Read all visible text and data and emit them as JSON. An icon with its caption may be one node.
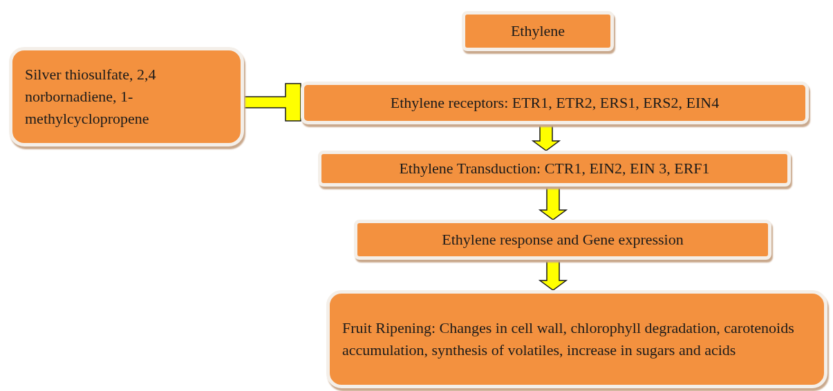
{
  "diagram": {
    "nodes": [
      {
        "text": [
          "Ethylene"
        ]
      },
      {
        "text": [
          "Silver thiosulfate, 2,4 norbornadiene, 1- methylcyclopropene"
        ]
      },
      {
        "text": [
          "Ethylene receptors: ETR1, ETR2, ERS1, ERS2, EIN4"
        ]
      },
      {
        "text": [
          "Ethylene Transduction: CTR1, EIN2, EIN 3, ERF1"
        ]
      },
      {
        "text": [
          "Ethylene response and Gene expression"
        ]
      },
      {
        "text": [
          "Fruit Ripening: Changes in cell wall, chlorophyll degradation, carotenoids accumulation, synthesis of volatiles, increase in sugars and acids"
        ]
      }
    ],
    "edges": [
      {
        "from": 1,
        "to": 2,
        "arrow": "other"
      },
      {
        "from": 2,
        "to": 3,
        "arrow": "to"
      },
      {
        "from": 3,
        "to": 4,
        "arrow": "to"
      },
      {
        "from": 4,
        "to": 5,
        "arrow": "to"
      }
    ]
  }
}
